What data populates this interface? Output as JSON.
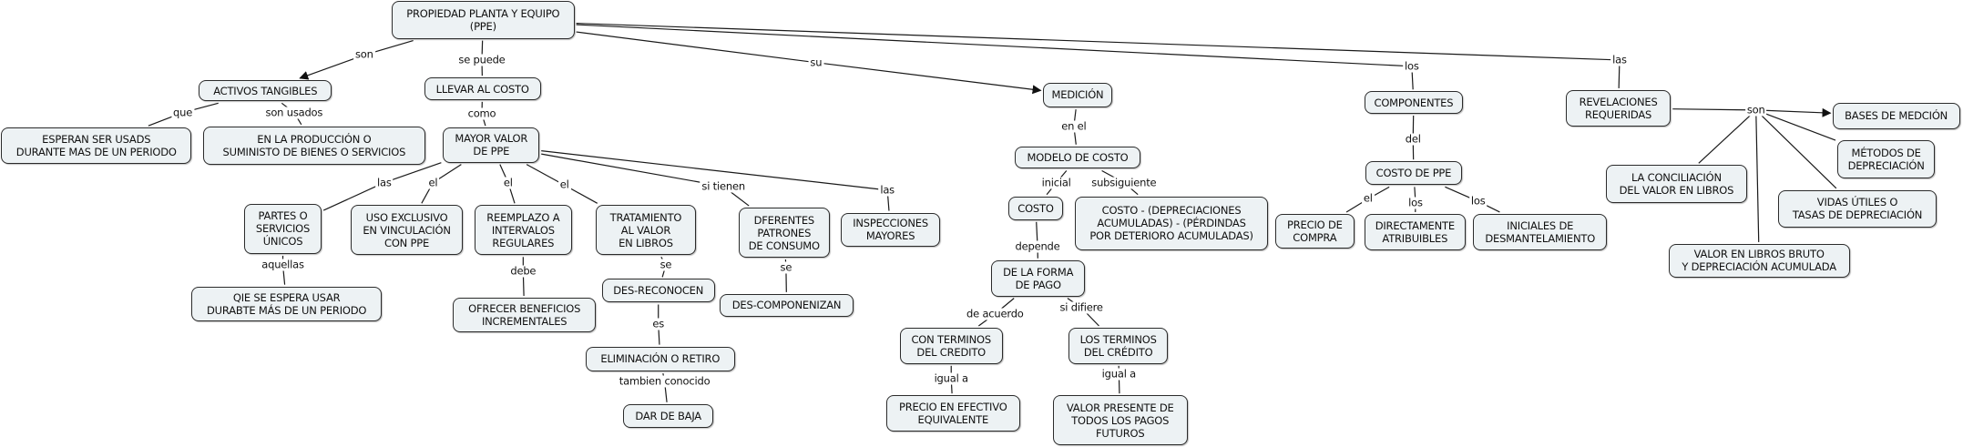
{
  "colors": {
    "node_fill": "#edf2f4",
    "node_border": "#2b2b2b",
    "line": "#1a1a1a"
  },
  "nodes": [
    {
      "id": "root",
      "text": "PROPIEDAD PLANTA Y EQUIPO\n(PPE)"
    },
    {
      "id": "activos",
      "text": "ACTIVOS TANGIBLES"
    },
    {
      "id": "llevar",
      "text": "LLEVAR AL COSTO"
    },
    {
      "id": "esperan",
      "text": "ESPERAN SER USADS\nDURANTE MAS DE UN PERIODO"
    },
    {
      "id": "produccion",
      "text": "EN LA PRODUCCIÓN  O\nSUMINISTO DE BIENES O SERVICIOS"
    },
    {
      "id": "mayor",
      "text": "MAYOR VALOR\nDE PPE"
    },
    {
      "id": "partes",
      "text": "PARTES  O\nSERVICIOS\nÚNICOS"
    },
    {
      "id": "uso",
      "text": "USO EXCLUSIVO\nEN VINCULACIÓN\nCON PPE"
    },
    {
      "id": "reemplazo",
      "text": "REEMPLAZO A\nINTERVALOS\nREGULARES"
    },
    {
      "id": "tratamiento",
      "text": "TRATAMIENTO\nAL VALOR\nEN LIBROS"
    },
    {
      "id": "dferentes",
      "text": "DFERENTES\nPATRONES\nDE CONSUMO"
    },
    {
      "id": "inspecciones",
      "text": "INSPECCIONES\nMAYORES"
    },
    {
      "id": "qie",
      "text": "QIE SE ESPERA USAR\nDURABTE MÁS DE UN PERIODO"
    },
    {
      "id": "ofrecer",
      "text": "OFRECER BENEFICIOS\nINCREMENTALES"
    },
    {
      "id": "desreconocen",
      "text": "DES-RECONOCEN"
    },
    {
      "id": "descomponenizan",
      "text": "DES-COMPONENIZAN"
    },
    {
      "id": "eliminacion",
      "text": "ELIMINACIÓN O RETIRO"
    },
    {
      "id": "darbaja",
      "text": "DAR DE BAJA"
    },
    {
      "id": "medicion",
      "text": "MEDICIÓN"
    },
    {
      "id": "modelo",
      "text": "MODELO DE COSTO"
    },
    {
      "id": "costo",
      "text": "COSTO"
    },
    {
      "id": "costodep",
      "text": "COSTO - (DEPRECIACIONES\nACUMULADAS) - (PÉRDINDAS\nPOR DETERIORO ACUMULADAS)"
    },
    {
      "id": "forma",
      "text": "DE LA FORMA\nDE PAGO"
    },
    {
      "id": "conterminos",
      "text": "CON TERMINOS\nDEL CREDITO"
    },
    {
      "id": "losterminos",
      "text": "LOS TERMINOS\nDEL CRÉDITO"
    },
    {
      "id": "precioefectivo",
      "text": "PRECIO EN EFECTIVO\nEQUIVALENTE"
    },
    {
      "id": "valorpresente",
      "text": "VALOR PRESENTE DE\nTODOS LOS PAGOS\nFUTUROS"
    },
    {
      "id": "componentes",
      "text": "COMPONENTES"
    },
    {
      "id": "costoppe",
      "text": "COSTO DE PPE"
    },
    {
      "id": "preciocompra",
      "text": "PRECIO DE\nCOMPRA"
    },
    {
      "id": "directamente",
      "text": "DIRECTAMENTE\nATRIBUIBLES"
    },
    {
      "id": "iniciales",
      "text": "INICIALES DE\nDESMANTELAMIENTO"
    },
    {
      "id": "revelaciones",
      "text": "REVELACIONES\nREQUERIDAS"
    },
    {
      "id": "bases",
      "text": "BASES DE MEDCIÓN"
    },
    {
      "id": "metodos",
      "text": "MÉTODOS DE\nDEPRECIACIÓN"
    },
    {
      "id": "conciliacion",
      "text": "LA CONCILIACIÓN\nDEL VALOR EN LIBROS"
    },
    {
      "id": "vidas",
      "text": "VIDAS ÚTILES O\nTASAS DE DEPRECIACIÓN"
    },
    {
      "id": "valorbruto",
      "text": "VALOR EN LIBROS BRUTO\nY DEPRECIACIÓN ACUMULADA"
    }
  ],
  "links": [
    {
      "from": "root",
      "to": [
        "activos"
      ],
      "label": "son",
      "arrow": true
    },
    {
      "from": "root",
      "to": [
        "llevar"
      ],
      "label": "se puede",
      "arrow": false
    },
    {
      "from": "root",
      "to": [
        "medicion"
      ],
      "label": "su",
      "arrow": true
    },
    {
      "from": "root",
      "to": [
        "componentes"
      ],
      "label": "los",
      "arrow": false
    },
    {
      "from": "root",
      "to": [
        "revelaciones"
      ],
      "label": "las",
      "arrow": false
    },
    {
      "from": "activos",
      "to": [
        "esperan"
      ],
      "label": "que",
      "arrow": false
    },
    {
      "from": "activos",
      "to": [
        "produccion"
      ],
      "label": "son usados",
      "arrow": false
    },
    {
      "from": "llevar",
      "to": [
        "mayor"
      ],
      "label": "como",
      "arrow": false
    },
    {
      "from": "mayor",
      "to": [
        "partes"
      ],
      "label": "las",
      "arrow": false
    },
    {
      "from": "mayor",
      "to": [
        "uso"
      ],
      "label": "el",
      "arrow": false
    },
    {
      "from": "mayor",
      "to": [
        "reemplazo"
      ],
      "label": "el",
      "arrow": false
    },
    {
      "from": "mayor",
      "to": [
        "tratamiento"
      ],
      "label": "el",
      "arrow": false
    },
    {
      "from": "mayor",
      "to": [
        "dferentes"
      ],
      "label": "si tienen",
      "arrow": false
    },
    {
      "from": "mayor",
      "to": [
        "inspecciones"
      ],
      "label": "las",
      "arrow": false
    },
    {
      "from": "partes",
      "to": [
        "qie"
      ],
      "label": "aquellas",
      "arrow": false
    },
    {
      "from": "reemplazo",
      "to": [
        "ofrecer"
      ],
      "label": "debe",
      "arrow": false
    },
    {
      "from": "tratamiento",
      "to": [
        "desreconocen"
      ],
      "label": "se",
      "arrow": false
    },
    {
      "from": "dferentes",
      "to": [
        "descomponenizan"
      ],
      "label": "se",
      "arrow": false
    },
    {
      "from": "desreconocen",
      "to": [
        "eliminacion"
      ],
      "label": "es",
      "arrow": false
    },
    {
      "from": "eliminacion",
      "to": [
        "darbaja"
      ],
      "label": "tambien conocido",
      "arrow": false
    },
    {
      "from": "medicion",
      "to": [
        "modelo"
      ],
      "label": "en el",
      "arrow": false
    },
    {
      "from": "modelo",
      "to": [
        "costo"
      ],
      "label": "inicial",
      "arrow": false
    },
    {
      "from": "modelo",
      "to": [
        "costodep"
      ],
      "label": "subsiguiente",
      "arrow": false
    },
    {
      "from": "costo",
      "to": [
        "forma"
      ],
      "label": "depende",
      "arrow": false
    },
    {
      "from": "forma",
      "to": [
        "conterminos"
      ],
      "label": "de acuerdo",
      "arrow": false
    },
    {
      "from": "forma",
      "to": [
        "losterminos"
      ],
      "label": "si difiere",
      "arrow": false
    },
    {
      "from": "conterminos",
      "to": [
        "precioefectivo"
      ],
      "label": "igual a",
      "arrow": false
    },
    {
      "from": "losterminos",
      "to": [
        "valorpresente"
      ],
      "label": "igual a",
      "arrow": false
    },
    {
      "from": "componentes",
      "to": [
        "costoppe"
      ],
      "label": "del",
      "arrow": false
    },
    {
      "from": "costoppe",
      "to": [
        "preciocompra"
      ],
      "label": "el",
      "arrow": false
    },
    {
      "from": "costoppe",
      "to": [
        "directamente"
      ],
      "label": "los",
      "arrow": false
    },
    {
      "from": "costoppe",
      "to": [
        "iniciales"
      ],
      "label": "los",
      "arrow": false
    },
    {
      "from": "revelaciones",
      "to": [
        "bases",
        "metodos",
        "conciliacion",
        "vidas",
        "valorbruto"
      ],
      "label": "son",
      "arrow": true,
      "arrow_to": [
        "bases"
      ]
    }
  ]
}
